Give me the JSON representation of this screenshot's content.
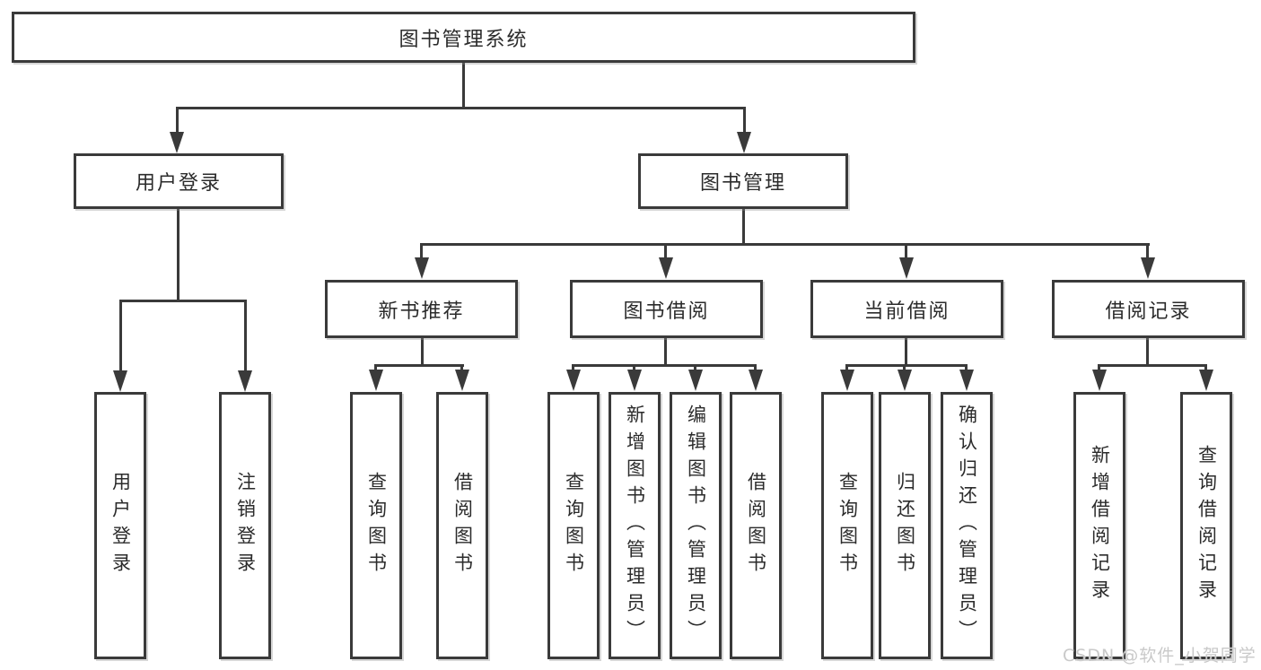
{
  "diagram": {
    "root": {
      "label": "图书管理系统"
    },
    "level2": [
      {
        "label": "用户登录"
      },
      {
        "label": "图书管理"
      }
    ],
    "level3": [
      {
        "label": "新书推荐"
      },
      {
        "label": "图书借阅"
      },
      {
        "label": "当前借阅"
      },
      {
        "label": "借阅记录"
      }
    ],
    "leaves": {
      "user_login": [
        {
          "label": "用户登录"
        },
        {
          "label": "注销登录"
        }
      ],
      "new_book": [
        {
          "label": "查询图书"
        },
        {
          "label": "借阅图书"
        }
      ],
      "book_borrow": [
        {
          "label": "查询图书"
        },
        {
          "label": "新增图书（管理员）"
        },
        {
          "label": "编辑图书（管理员）"
        },
        {
          "label": "借阅图书"
        }
      ],
      "current_borrow": [
        {
          "label": "查询图书"
        },
        {
          "label": "归还图书"
        },
        {
          "label": "确认归还（管理员）"
        }
      ],
      "borrow_record": [
        {
          "label": "新增借阅记录"
        },
        {
          "label": "查询借阅记录"
        }
      ]
    },
    "watermark": "CSDN @软件_小贺同学",
    "colors": {
      "line": "#3a3a3a",
      "text": "#2b2b2b",
      "background": "#ffffff",
      "watermark": "#c9c9c9"
    }
  }
}
